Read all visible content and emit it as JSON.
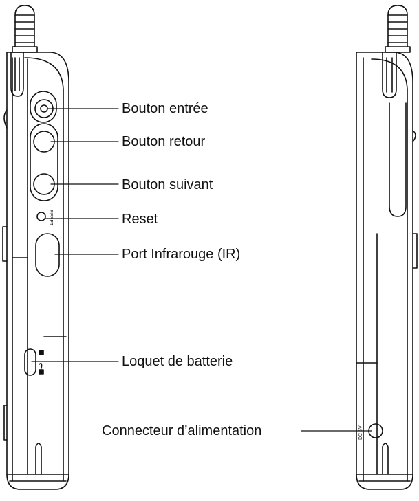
{
  "labels": {
    "enter_button": "Bouton entrée",
    "back_button": "Bouton retour",
    "next_button": "Bouton suivant",
    "reset": "Reset",
    "ir_port": "Port Infrarouge (IR)",
    "battery_latch": "Loquet de batterie",
    "power_connector": "Connecteur d’alimentation"
  },
  "engraved": {
    "reset_text": "RESET",
    "dc_text": "DC 5V"
  },
  "colors": {
    "line": "#111111",
    "background": "#ffffff"
  }
}
